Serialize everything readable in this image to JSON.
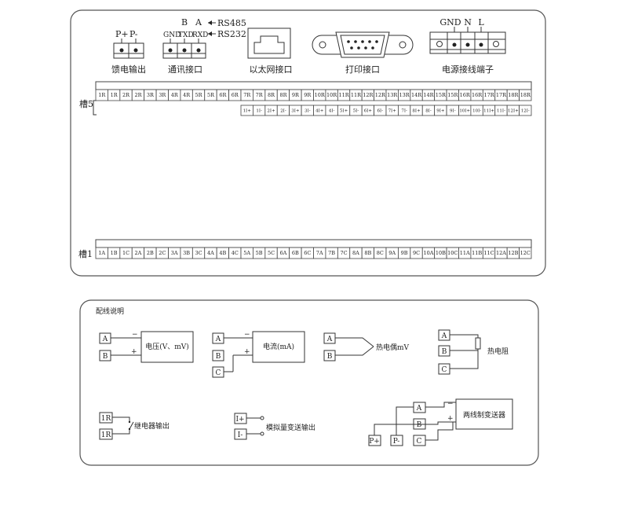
{
  "top_panel": {
    "feed_output": {
      "pins": [
        "P+",
        "P-"
      ],
      "label": "馈电输出"
    },
    "comm_port": {
      "pins": [
        "GND",
        "TXD",
        "RXD"
      ],
      "top_pins": [
        "B",
        "A"
      ],
      "rs485": "RS485",
      "rs232": "RS232",
      "label": "通讯接口"
    },
    "ethernet": {
      "label": "以太网接口"
    },
    "print_port": {
      "label": "打印接口"
    },
    "power": {
      "pins": [
        "GND",
        "N",
        "L"
      ],
      "label": "电源接线端子"
    },
    "slot5": {
      "label": "槽5",
      "r_terms": [
        "1R",
        "1R",
        "2R",
        "2R",
        "3R",
        "3R",
        "4R",
        "4R",
        "5R",
        "5R",
        "6R",
        "6R",
        "7R",
        "7R",
        "8R",
        "8R",
        "9R",
        "9R",
        "10R",
        "10R",
        "11R",
        "11R",
        "12R",
        "12R",
        "13R",
        "13R",
        "14R",
        "14R",
        "15R",
        "15R",
        "16R",
        "16R",
        "17R",
        "17R",
        "18R",
        "18R"
      ],
      "io_terms": [
        "1I+",
        "1I-",
        "2I+",
        "2I-",
        "3I+",
        "3I-",
        "4I+",
        "4I-",
        "5I+",
        "5I-",
        "6I+",
        "6I-",
        "7I+",
        "7I-",
        "8I+",
        "8I-",
        "9I+",
        "9I-",
        "10I+",
        "10I-",
        "11I+",
        "11I-",
        "12I+",
        "12I-"
      ]
    },
    "slot1": {
      "label": "槽1",
      "terms": [
        "1A",
        "1B",
        "1C",
        "2A",
        "2B",
        "2C",
        "3A",
        "3B",
        "3C",
        "4A",
        "4B",
        "4C",
        "5A",
        "5B",
        "5C",
        "6A",
        "6B",
        "6C",
        "7A",
        "7B",
        "7C",
        "8A",
        "8B",
        "8C",
        "9A",
        "9B",
        "9C",
        "10A",
        "10B",
        "10C",
        "11A",
        "11B",
        "11C",
        "12A",
        "12B",
        "12C"
      ]
    }
  },
  "wiring": {
    "title": "配线说明",
    "voltage": {
      "label": "电压(V、mV)",
      "pins": [
        "A",
        "B"
      ],
      "minus": "−",
      "plus": "+"
    },
    "current": {
      "label": "电流(mA)",
      "pins": [
        "A",
        "B",
        "C"
      ],
      "minus": "−",
      "plus": "+"
    },
    "thermocouple": {
      "label": "热电偶mV",
      "pins": [
        "A",
        "B"
      ]
    },
    "rtd": {
      "label": "热电阻",
      "pins": [
        "A",
        "B",
        "C"
      ]
    },
    "relay": {
      "label": "继电器输出",
      "pins": [
        "1R",
        "1R"
      ]
    },
    "analog_out": {
      "label": "模拟量变送输出",
      "pins": [
        "I+",
        "I-"
      ]
    },
    "transmitter": {
      "label": "两线制变送器",
      "pins": [
        "A",
        "B",
        "C"
      ],
      "supply": [
        "P+",
        "P-"
      ],
      "minus": "−",
      "plus": "+"
    }
  }
}
